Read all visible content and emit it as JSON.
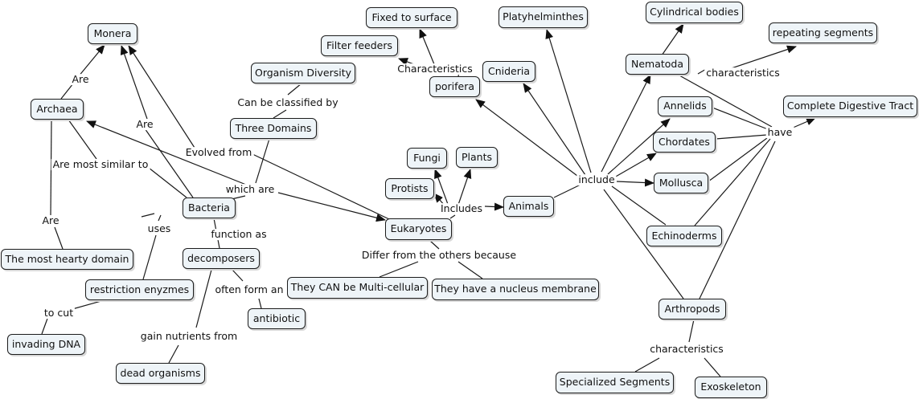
{
  "concept_map": {
    "concepts": {
      "monera": "Monera",
      "archaea": "Archaea",
      "bacteria": "Bacteria",
      "most_hearty": "The most hearty domain",
      "organism_diversity": "Organism Diversity",
      "three_domains": "Three Domains",
      "fixed_surface": "Fixed to surface",
      "filter_feeders": "Filter feeders",
      "platyhelminthes": "Platyhelminthes",
      "cnideria": "Cnideria",
      "porifera": "porifera",
      "cylindrical": "Cylindrical bodies",
      "nematoda": "Nematoda",
      "repeating": "repeating segments",
      "annelids": "Annelids",
      "complete_digestive": "Complete Digestive Tract",
      "chordates": "Chordates",
      "mollusca": "Mollusca",
      "echinoderms": "Echinoderms",
      "arthropods": "Arthropods",
      "specialized": "Specialized Segments",
      "exoskeleton": "Exoskeleton",
      "fungi": "Fungi",
      "plants": "Plants",
      "protists": "Protists",
      "animals": "Animals",
      "eukaryotes": "Eukaryotes",
      "decomposers": "decomposers",
      "restriction": "restriction enyzmes",
      "invading_dna": "invading DNA",
      "antibiotic": "antibiotic",
      "dead_organisms": "dead organisms",
      "multicellular": "They CAN be Multi-cellular",
      "nucleus": "They have a nucleus membrane"
    },
    "linking_phrases": {
      "are_1": "Are",
      "are_2": "Are",
      "are_3": "Are",
      "most_similar": "Are most similar to",
      "evolved_from": "Evolved from",
      "can_be_classified": "Can be classified by",
      "which_are": "which are",
      "characteristics_porifera": "Characteristics",
      "characteristics_nematoda": "characteristics",
      "have": "have",
      "include": "include",
      "includes": "Includes",
      "uses": "uses",
      "function_as": "function as",
      "to_cut": "to cut",
      "often_form": "often form an",
      "gain_nutrients": "gain nutrients from",
      "differ": "Differ from the others because",
      "characteristics_arthropods": "characteristics"
    }
  }
}
